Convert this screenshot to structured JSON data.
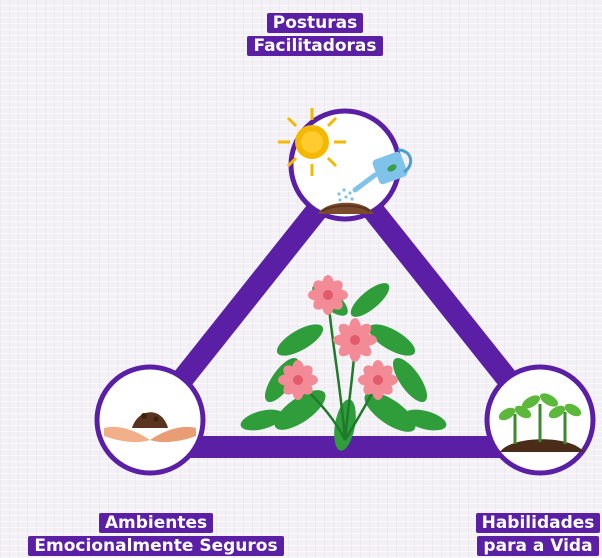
{
  "nodes": {
    "top": {
      "line1": "Posturas",
      "line2": "Facilitadoras",
      "icon": "sun-watering-can-icon"
    },
    "left": {
      "line1": "Ambientes",
      "line2": "Emocionalmente Seguros",
      "icon": "hands-holding-soil-icon"
    },
    "right": {
      "line1": "Habilidades",
      "line2": "para a Vida",
      "icon": "seedlings-icon"
    }
  },
  "center": {
    "icon": "flowering-plant-icon"
  },
  "colors": {
    "accent": "#5b1fa6",
    "triangle": "#5b1fa6",
    "background": "#f3f1f6",
    "flower": "#f28b96",
    "leaf": "#2e9d3a",
    "sun": "#f5b800"
  }
}
